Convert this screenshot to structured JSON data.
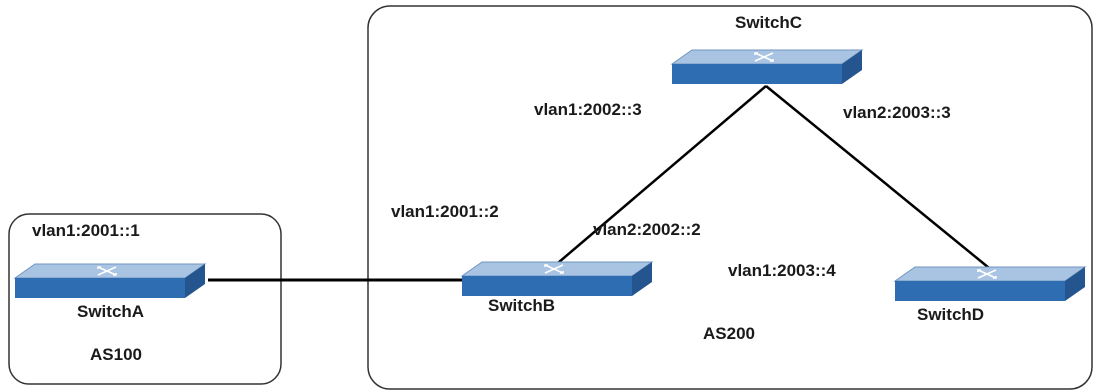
{
  "colors": {
    "switch_top": "#a9c4e2",
    "switch_top_edge": "#6f95c2",
    "switch_front": "#2f6db3",
    "switch_side": "#24558f",
    "link": "#000000",
    "boundary": "#333333"
  },
  "icons": [
    "switch-icon"
  ],
  "as100": {
    "label": "AS100"
  },
  "as200": {
    "label": "AS200"
  },
  "switches": {
    "a": {
      "name": "SwitchA",
      "iface": "vlan1:2001::1"
    },
    "b": {
      "name": "SwitchB",
      "iface_left": "vlan1:2001::2",
      "iface_right": "vlan2:2002::2"
    },
    "c": {
      "name": "SwitchC",
      "iface_left": "vlan1:2002::3",
      "iface_right": "vlan2:2003::3"
    },
    "d": {
      "name": "SwitchD",
      "iface": "vlan1:2003::4"
    }
  }
}
